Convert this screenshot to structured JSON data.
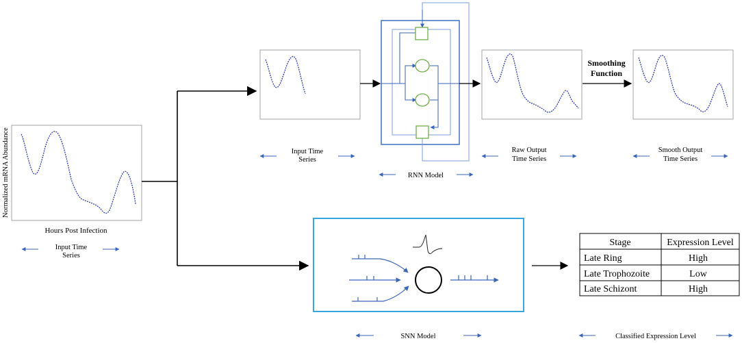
{
  "input_panel": {
    "ylabel": "Normalized mRNA Abundance",
    "xlabel": "Hours Post Infection",
    "caption_line1": "Input Time",
    "caption_line2": "Series"
  },
  "rnn_input_panel": {
    "caption_line1": "Input Time",
    "caption_line2": "Series"
  },
  "rnn_model": {
    "caption": "RNN Model"
  },
  "raw_output_panel": {
    "caption_line1": "Raw Output",
    "caption_line2": "Time Series"
  },
  "smoothing": {
    "line1": "Smoothing",
    "line2": "Function"
  },
  "smooth_output_panel": {
    "caption_line1": "Smooth Output",
    "caption_line2": "Time Series"
  },
  "snn_model": {
    "caption": "SNN Model"
  },
  "classification": {
    "caption": "Classified Expression Level",
    "headers": [
      "Stage",
      "Expression Level"
    ],
    "rows": [
      [
        "Late Ring",
        "High"
      ],
      [
        "Late Trophozoite",
        "Low"
      ],
      [
        "Late Schizont",
        "High"
      ]
    ]
  },
  "colors": {
    "curve": "#2f3fb0",
    "arrow_blue": "#3a66b8",
    "rnn_frame": "#4a7ac4",
    "rnn_gate": "#70ad47",
    "snn_frame": "#3aa6e0",
    "panel_border": "#a6a6a6"
  }
}
